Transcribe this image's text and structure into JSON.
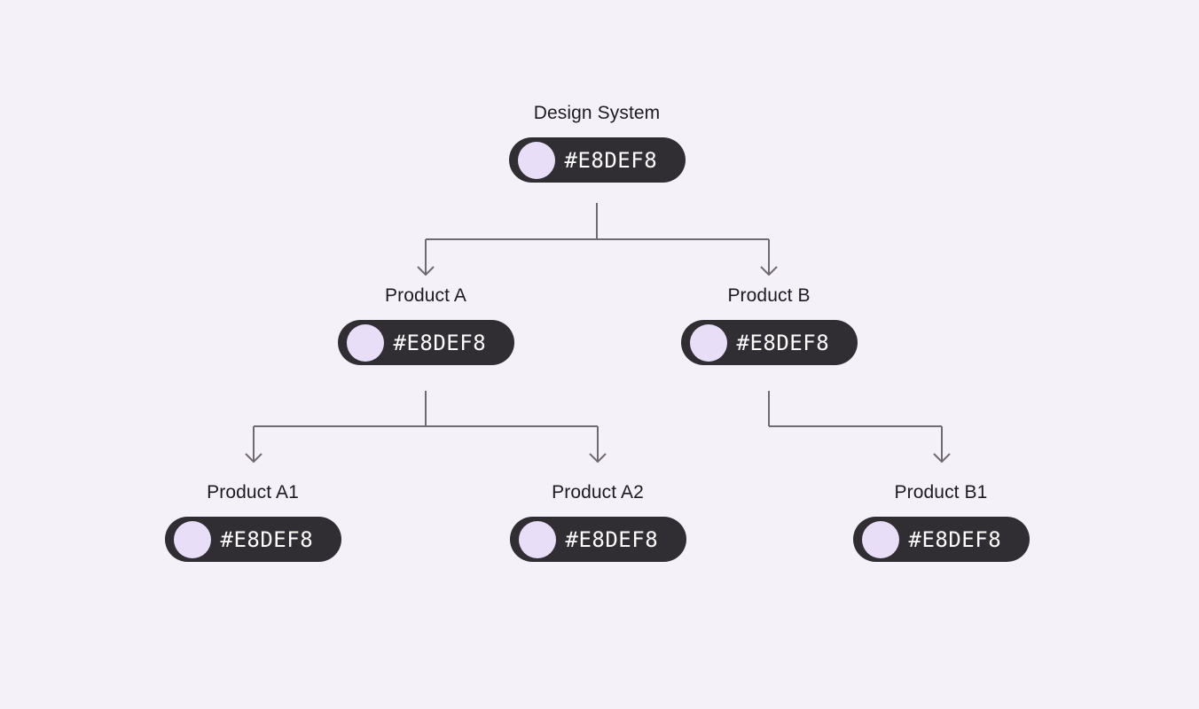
{
  "diagram": {
    "background_color": "#F5F1F8",
    "connector_color": "#706A74",
    "chip_background_color": "#302D33",
    "chip_text_color": "#FFFFFF",
    "swatch_color": "#E8DEF8",
    "nodes": [
      {
        "id": "design-system",
        "title": "Design System",
        "hex": "#E8DEF8"
      },
      {
        "id": "product-a",
        "title": "Product A",
        "hex": "#E8DEF8"
      },
      {
        "id": "product-b",
        "title": "Product B",
        "hex": "#E8DEF8"
      },
      {
        "id": "product-a1",
        "title": "Product A1",
        "hex": "#E8DEF8"
      },
      {
        "id": "product-a2",
        "title": "Product A2",
        "hex": "#E8DEF8"
      },
      {
        "id": "product-b1",
        "title": "Product B1",
        "hex": "#E8DEF8"
      }
    ],
    "edges": [
      {
        "from": "design-system",
        "to": "product-a"
      },
      {
        "from": "design-system",
        "to": "product-b"
      },
      {
        "from": "product-a",
        "to": "product-a1"
      },
      {
        "from": "product-a",
        "to": "product-a2"
      },
      {
        "from": "product-b",
        "to": "product-b1"
      }
    ]
  }
}
